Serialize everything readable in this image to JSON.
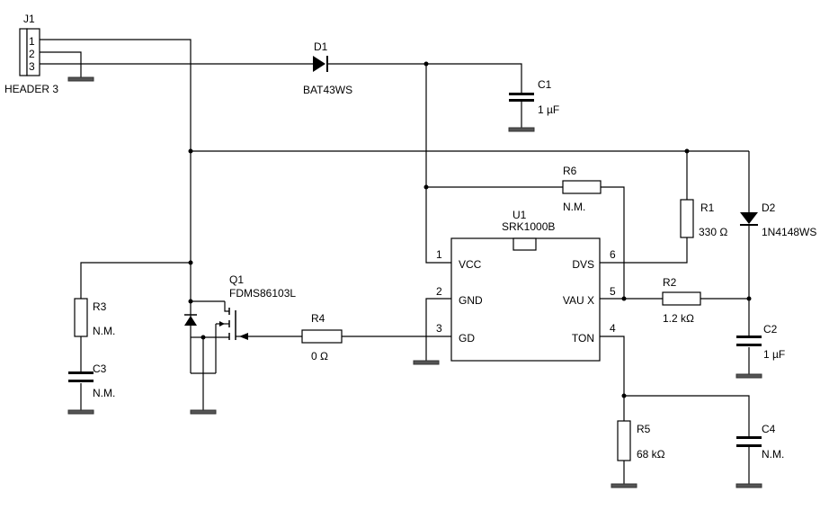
{
  "j1": {
    "ref": "J1",
    "value": "HEADER 3",
    "pins": [
      "1",
      "2",
      "3"
    ]
  },
  "d1": {
    "ref": "D1",
    "value": "BAT43WS"
  },
  "c1": {
    "ref": "C1",
    "value": "1 µF"
  },
  "r6": {
    "ref": "R6",
    "value": "N.M."
  },
  "u1": {
    "ref": "U1",
    "value": "SRK1000B",
    "pins": {
      "vcc": "VCC",
      "gnd": "GND",
      "gd": "GD",
      "dvs": "DVS",
      "vaux": "VAU X",
      "ton": "TON"
    },
    "numbers": {
      "p1": "1",
      "p2": "2",
      "p3": "3",
      "p6": "6",
      "p5": "5",
      "p4": "4"
    }
  },
  "r1": {
    "ref": "R1",
    "value": "330 Ω"
  },
  "d2": {
    "ref": "D2",
    "value": "1N4148WS"
  },
  "r2": {
    "ref": "R2",
    "value": "1.2 kΩ"
  },
  "c2": {
    "ref": "C2",
    "value": "1 µF"
  },
  "q1": {
    "ref": "Q1",
    "value": "FDMS86103L"
  },
  "r4": {
    "ref": "R4",
    "value": "0 Ω"
  },
  "r3": {
    "ref": "R3",
    "value": "N.M."
  },
  "c3": {
    "ref": "C3",
    "value": "N.M."
  },
  "r5": {
    "ref": "R5",
    "value": "68 kΩ"
  },
  "c4": {
    "ref": "C4",
    "value": "N.M."
  }
}
